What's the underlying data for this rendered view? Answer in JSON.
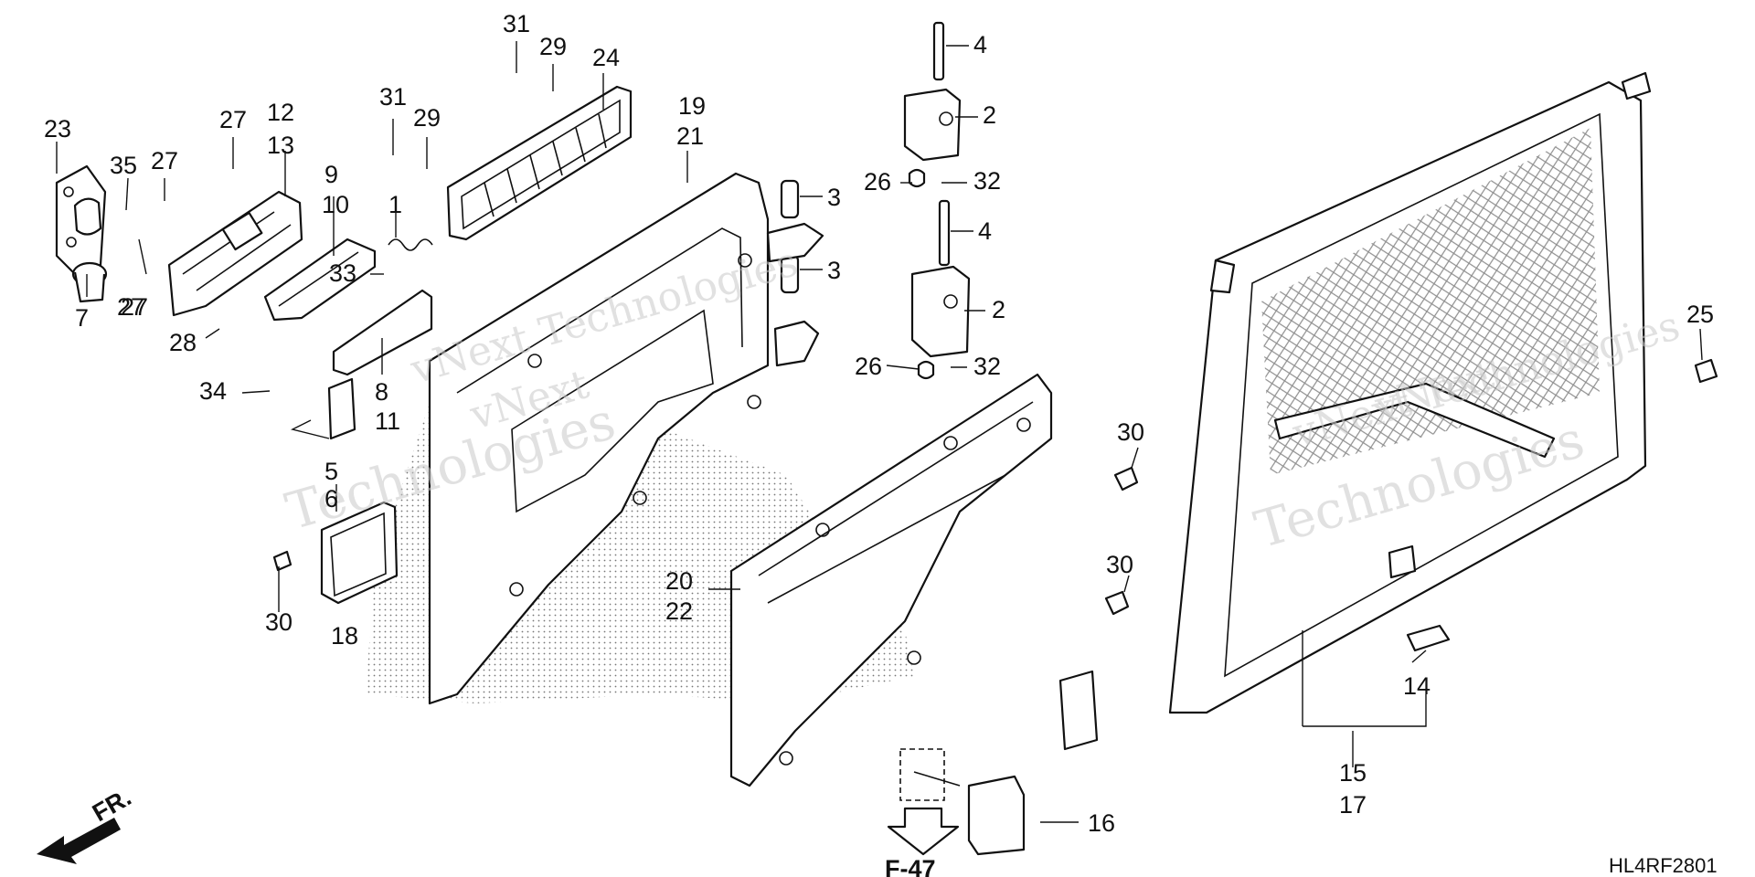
{
  "diagram": {
    "code": "HL4RF2801",
    "front_label": "FR.",
    "ref_label": "F-47",
    "watermark": [
      "vNext Technologies",
      "vNext",
      "Technologies",
      "vNext Technologies",
      "vNext",
      "Technologies"
    ],
    "callouts": [
      "23",
      "35",
      "27",
      "27",
      "13",
      "12",
      "27",
      "7",
      "27",
      "28",
      "9",
      "10",
      "1",
      "31",
      "29",
      "31",
      "29",
      "24",
      "19",
      "21",
      "3",
      "3",
      "4",
      "2",
      "26",
      "32",
      "4",
      "2",
      "26",
      "32",
      "33",
      "34",
      "8",
      "11",
      "5",
      "6",
      "30",
      "18",
      "20",
      "22",
      "30",
      "30",
      "16",
      "25",
      "14",
      "15",
      "17"
    ]
  }
}
